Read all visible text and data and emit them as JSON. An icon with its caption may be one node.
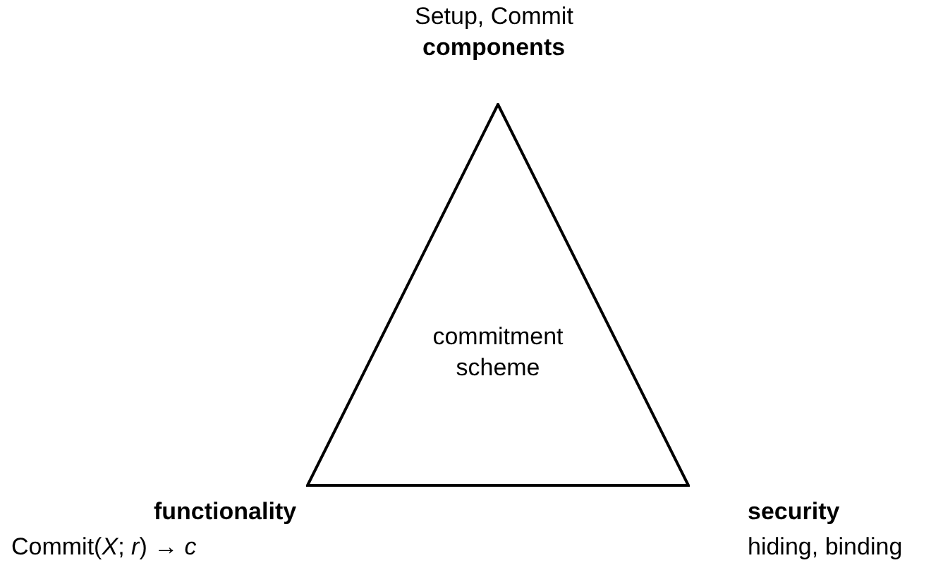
{
  "diagram": {
    "nodes": [
      {
        "text": [
          "commitment scheme"
        ]
      }
    ],
    "labels": [
      "Setup, Commit",
      "components",
      "functionality",
      "Commit(*X*; *r*) → *c*",
      "security",
      "hiding, binding"
    ]
  }
}
